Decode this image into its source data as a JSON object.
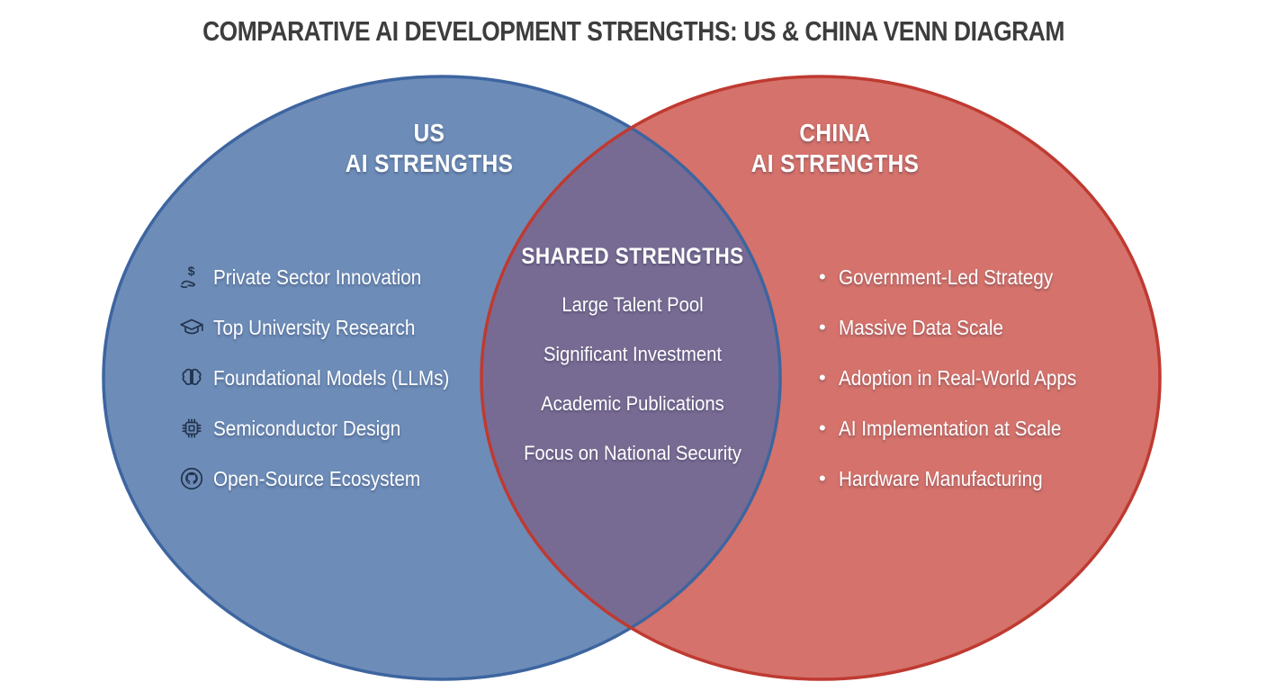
{
  "title": "COMPARATIVE AI DEVELOPMENT STRENGTHS: US & CHINA VENN DIAGRAM",
  "us": {
    "heading_line1": "US",
    "heading_line2": "AI STRENGTHS",
    "items": [
      {
        "icon": "hand-holding-dollar-icon",
        "label": "Private Sector Innovation"
      },
      {
        "icon": "graduation-cap-icon",
        "label": "Top University Research"
      },
      {
        "icon": "brain-icon",
        "label": "Foundational Models (LLMs)"
      },
      {
        "icon": "microchip-icon",
        "label": "Semiconductor Design"
      },
      {
        "icon": "github-icon",
        "label": "Open-Source Ecosystem"
      }
    ]
  },
  "shared": {
    "heading": "SHARED STRENGTHS",
    "items": [
      "Large Talent Pool",
      "Significant Investment",
      "Academic Publications",
      "Focus on National Security"
    ]
  },
  "china": {
    "heading_line1": "CHINA",
    "heading_line2": "AI STRENGTHS",
    "bullet": "•",
    "items": [
      "Government-Led Strategy",
      "Massive Data Scale",
      "Adoption in Real-World Apps",
      "AI Implementation at Scale",
      "Hardware Manufacturing"
    ]
  },
  "colors": {
    "us_fill": "#6d8cb8",
    "us_border": "#3d65a0",
    "china_fill": "#d4726b",
    "china_border": "#bf3a31",
    "overlap_fill": "#786b93",
    "title_color": "#3d3d3d",
    "icon_color": "#23344d"
  }
}
